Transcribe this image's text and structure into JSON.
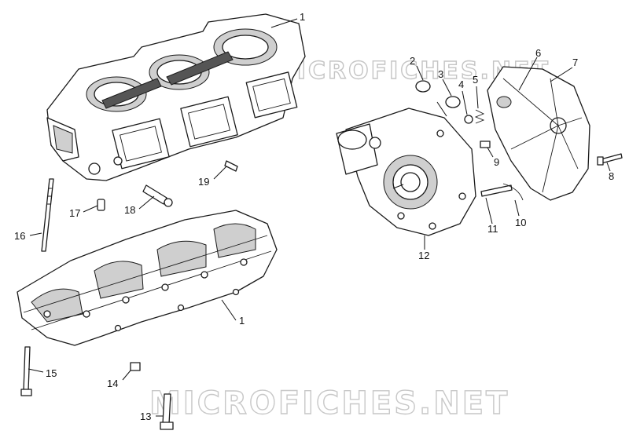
{
  "watermark": "MICROFICHES.NET",
  "callouts": {
    "c1_top": "1",
    "c1_bottom": "1",
    "c2": "2",
    "c3": "3",
    "c4": "4",
    "c5": "5",
    "c6": "6",
    "c7": "7",
    "c8": "8",
    "c9": "9",
    "c10": "10",
    "c11": "11",
    "c12": "12",
    "c13": "13",
    "c14": "14",
    "c15": "15",
    "c16": "16",
    "c17": "17",
    "c18": "18",
    "c19": "19"
  }
}
